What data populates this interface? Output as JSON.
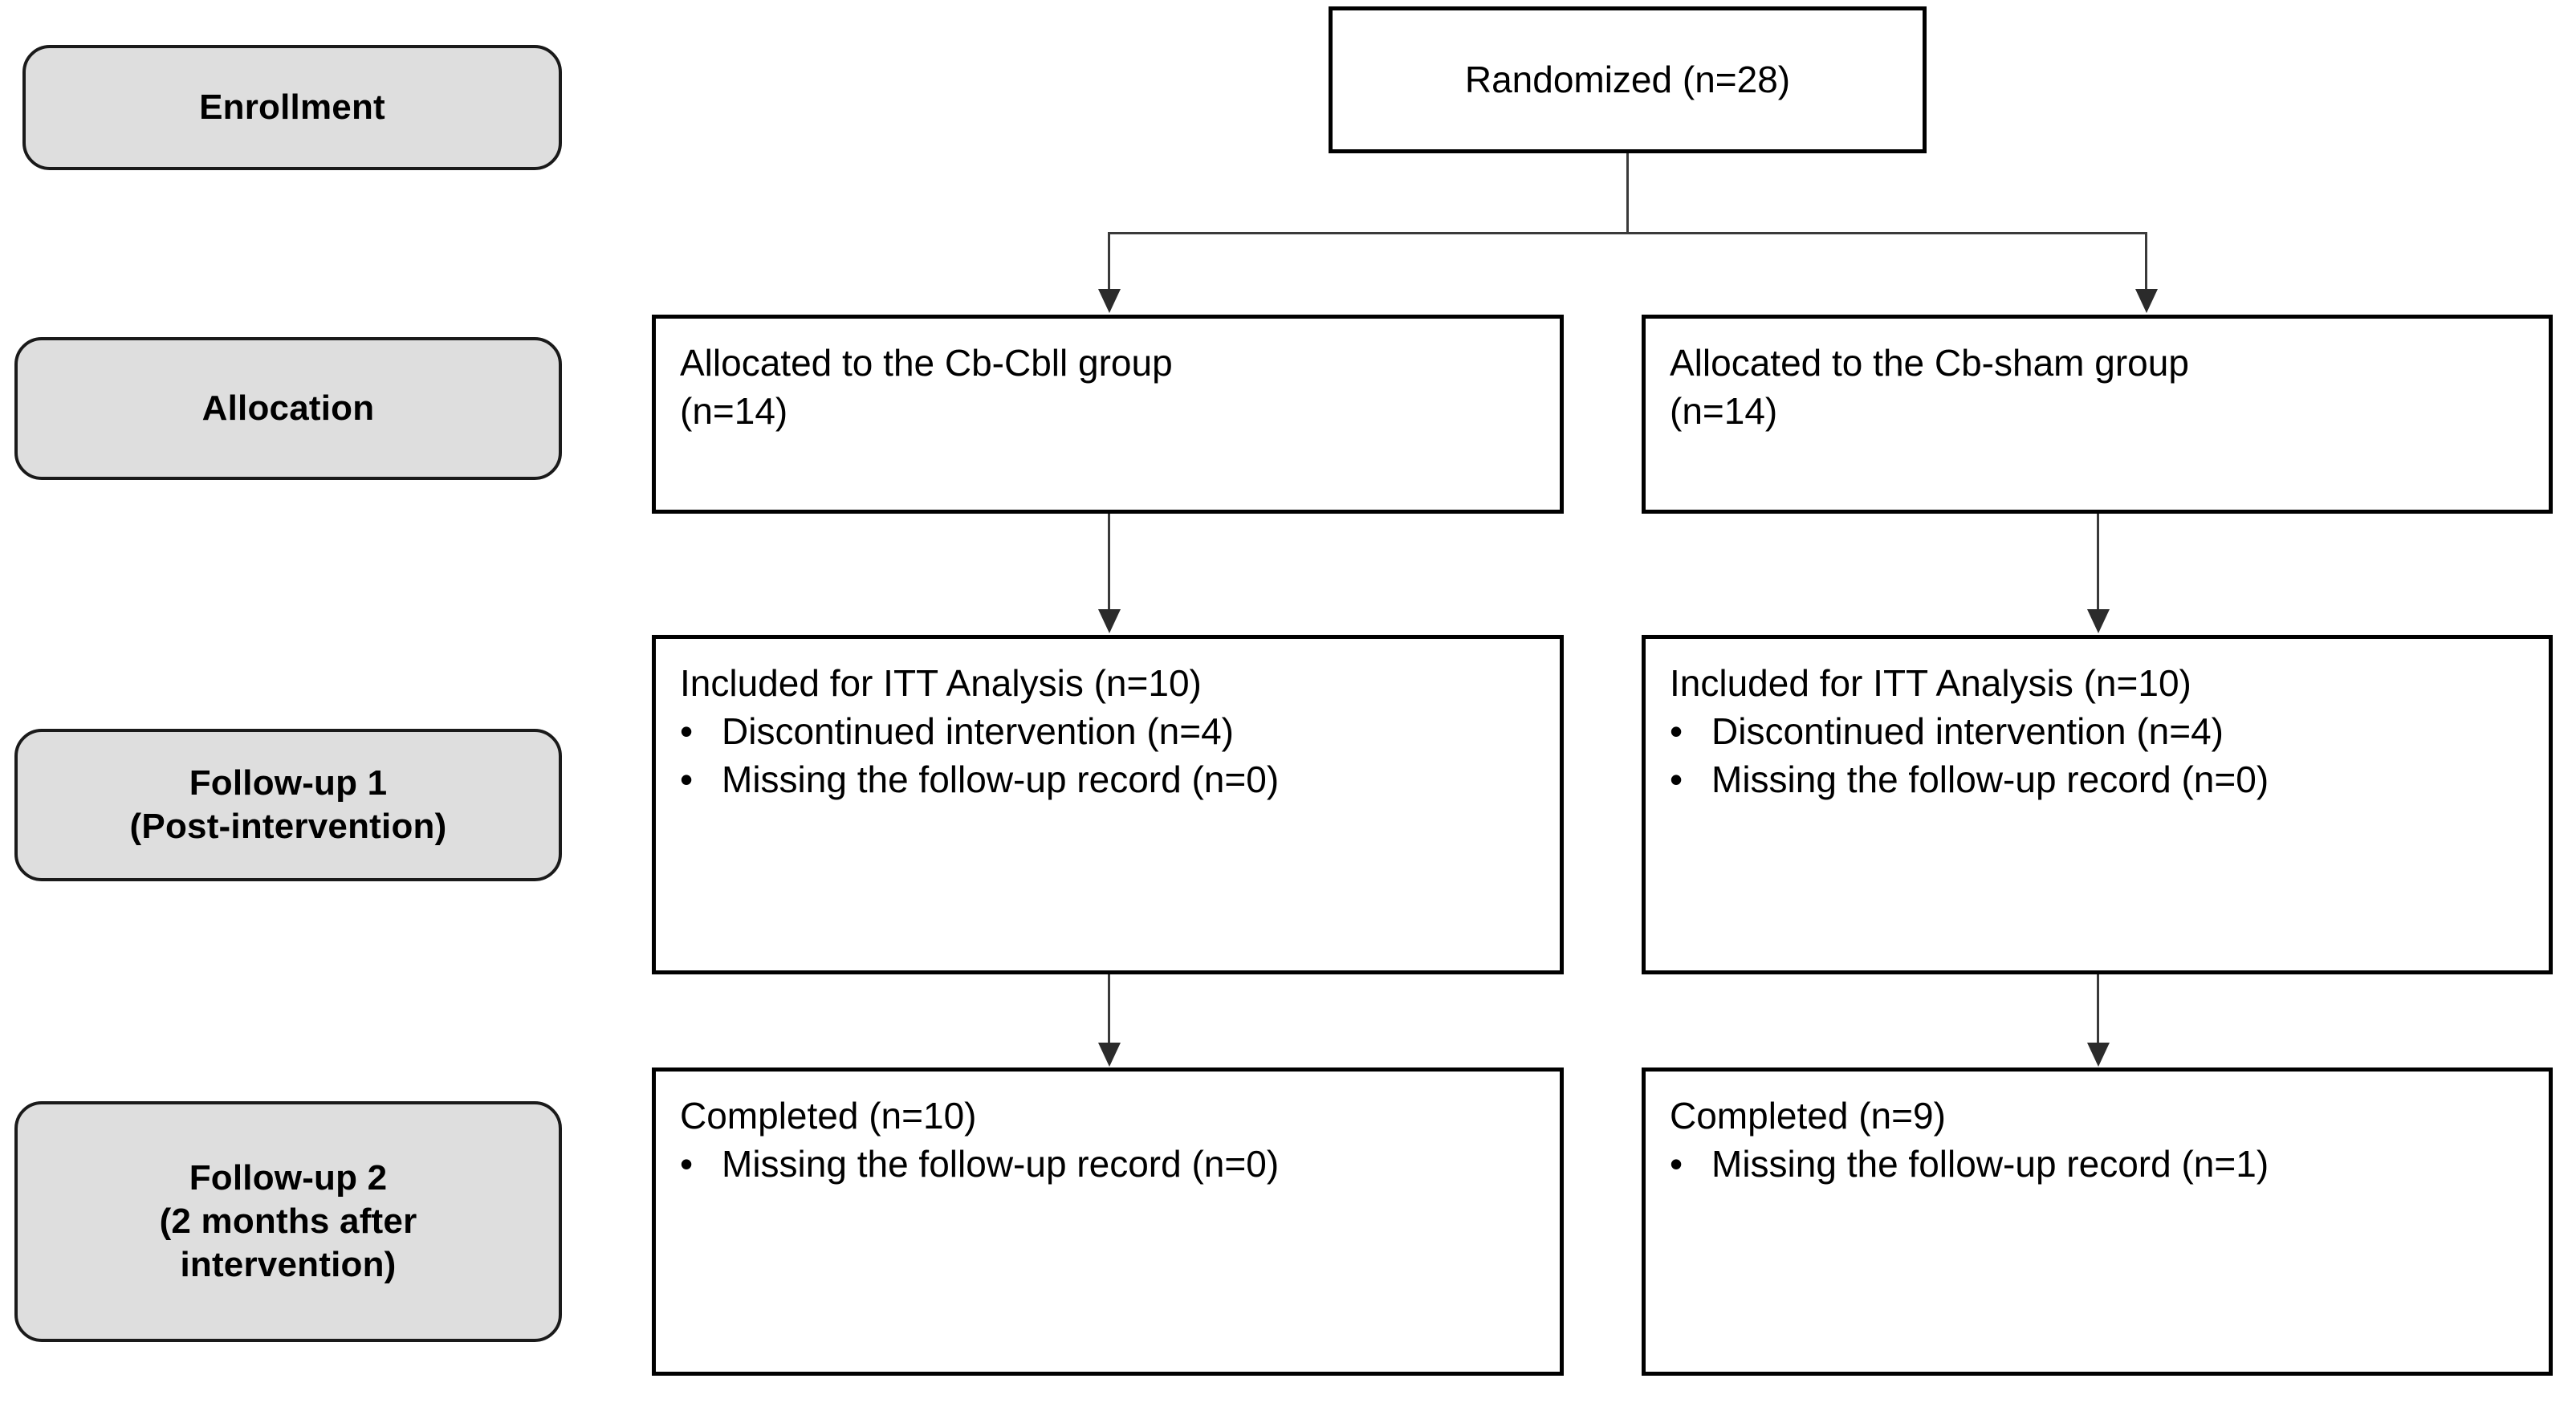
{
  "diagram": {
    "title": "CONSORT participant flow diagram",
    "colors": {
      "stage_label_fill": "#dedede",
      "stage_label_border": "#1a1a1a",
      "box_border": "#000000",
      "connector": "#3a3a3a",
      "background": "#ffffff"
    }
  },
  "stages": [
    {
      "id": "enrollment",
      "lines": [
        "Enrollment"
      ]
    },
    {
      "id": "allocation",
      "lines": [
        "Allocation"
      ]
    },
    {
      "id": "followup1",
      "lines": [
        "Follow-up 1",
        "(Post-intervention)"
      ]
    },
    {
      "id": "followup2",
      "lines": [
        "Follow-up 2",
        "(2 months after",
        "intervention)"
      ]
    }
  ],
  "nodes": {
    "randomized": {
      "text": "Randomized (n=28)"
    },
    "allocation_left": {
      "lines": [
        "Allocated to the Cb-Cbll group",
        "(n=14)"
      ]
    },
    "allocation_right": {
      "lines": [
        "Allocated to the Cb-sham group",
        "(n=14)"
      ]
    },
    "followup1_left": {
      "heading": "Included for ITT Analysis (n=10)",
      "bullets": [
        "Discontinued intervention (n=4)",
        "Missing the follow-up record (n=0)"
      ]
    },
    "followup1_right": {
      "heading": "Included for ITT Analysis (n=10)",
      "bullets": [
        "Discontinued intervention (n=4)",
        "Missing the follow-up record (n=0)"
      ]
    },
    "followup2_left": {
      "heading": "Completed (n=10)",
      "bullets": [
        "Missing the follow-up record (n=0)"
      ]
    },
    "followup2_right": {
      "heading": "Completed (n=9)",
      "bullets": [
        "Missing the follow-up record (n=1)"
      ]
    }
  }
}
